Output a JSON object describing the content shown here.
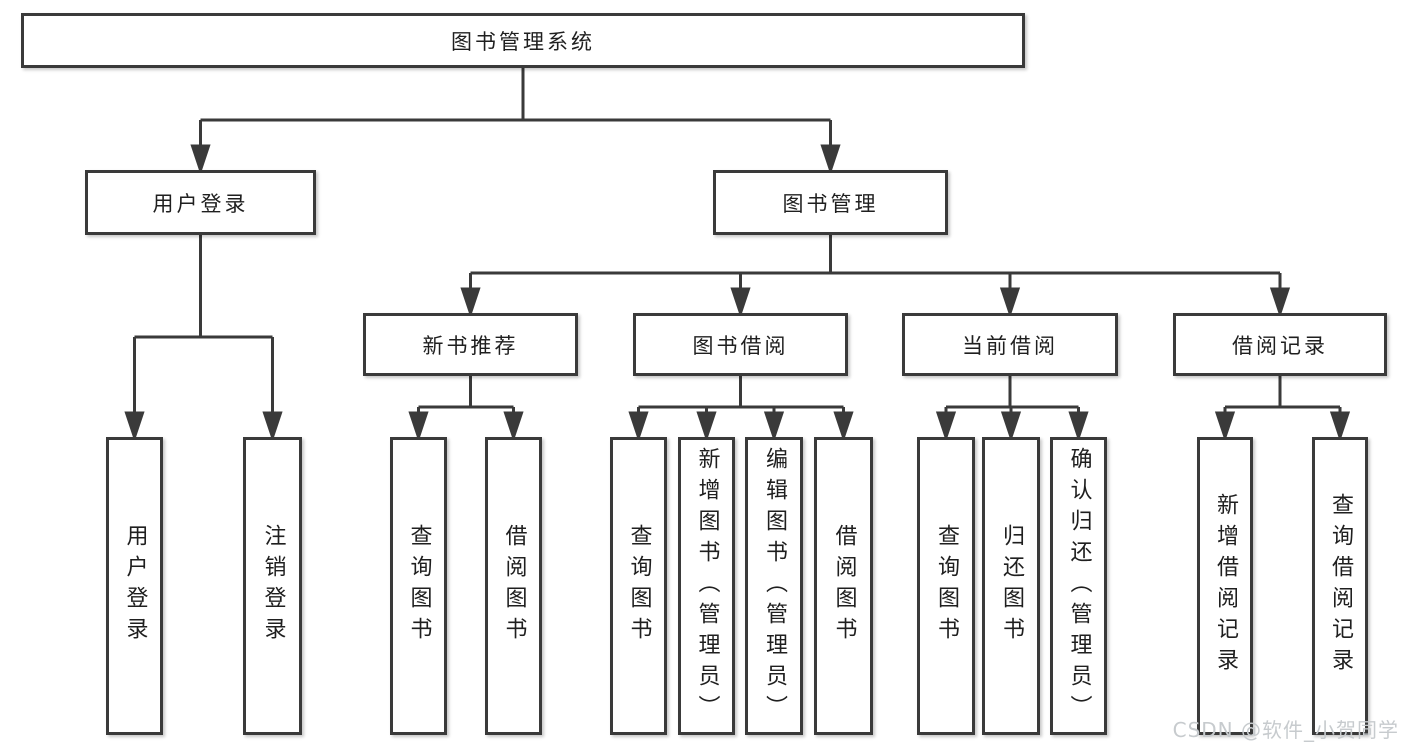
{
  "tree": {
    "root": {
      "label": "图书管理系统"
    },
    "children": [
      {
        "label": "用户登录",
        "children": [
          {
            "label": "用户登录"
          },
          {
            "label": "注销登录"
          }
        ]
      },
      {
        "label": "图书管理",
        "children": [
          {
            "label": "新书推荐",
            "children": [
              {
                "label": "查询图书"
              },
              {
                "label": "借阅图书"
              }
            ]
          },
          {
            "label": "图书借阅",
            "children": [
              {
                "label": "查询图书"
              },
              {
                "label": "新增图书（管理员）"
              },
              {
                "label": "编辑图书（管理员）"
              },
              {
                "label": "借阅图书"
              }
            ]
          },
          {
            "label": "当前借阅",
            "children": [
              {
                "label": "查询图书"
              },
              {
                "label": "归还图书"
              },
              {
                "label": "确认归还（管理员）"
              }
            ]
          },
          {
            "label": "借阅记录",
            "children": [
              {
                "label": "新增借阅记录"
              },
              {
                "label": "查询借阅记录"
              }
            ]
          }
        ]
      }
    ]
  },
  "watermark": "CSDN @软件_小贺同学",
  "colors": {
    "line": "#3a3a3a",
    "text": "#1f1f1f",
    "watermark": "#c7cbce",
    "background": "#ffffff"
  }
}
